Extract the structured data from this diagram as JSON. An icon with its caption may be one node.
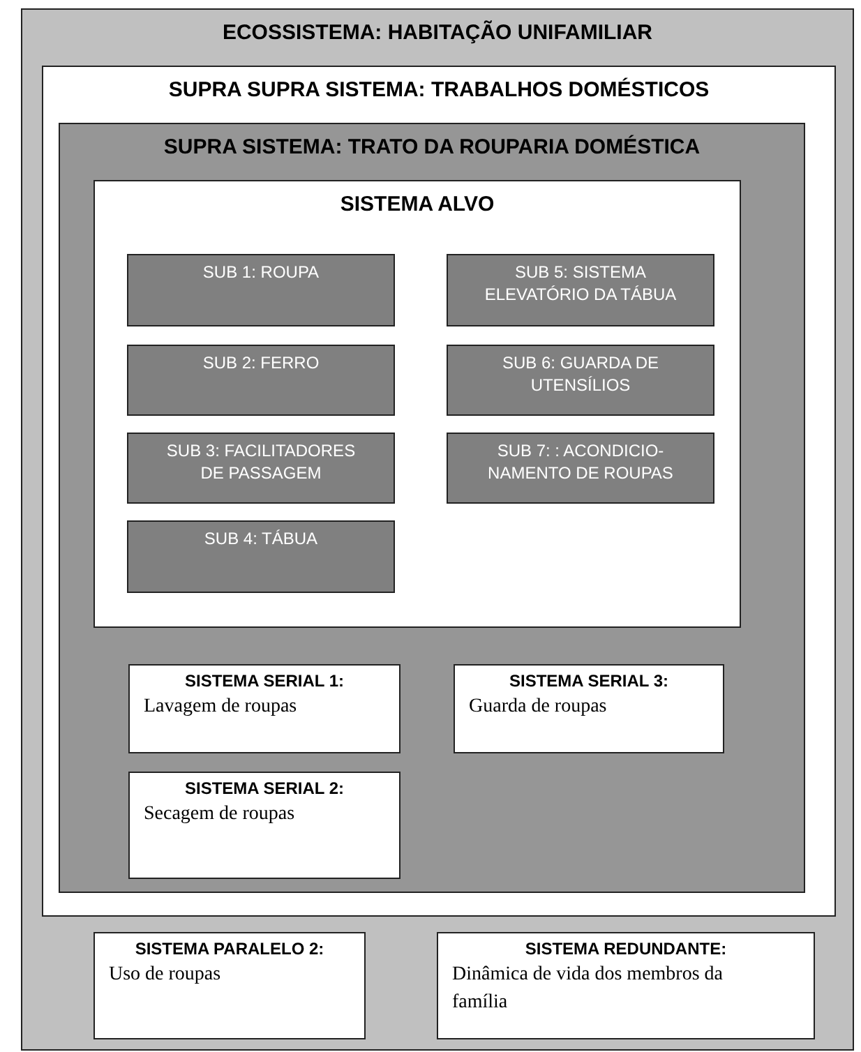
{
  "diagram": {
    "nodes": [
      {
        "text": [
          "ECOSSISTEMA: HABITAÇÃO UNIFAMILIAR"
        ]
      },
      {
        "text": [
          "SUPRA SUPRA SISTEMA: TRABALHOS DOMÉSTICOS"
        ],
        "in": 0
      },
      {
        "text": [
          "SUPRA SISTEMA: TRATO DA ROUPARIA DOMÉSTICA"
        ],
        "in": 1
      },
      {
        "text": [
          "SISTEMA ALVO"
        ],
        "in": 2
      },
      {
        "text": [
          "SUB 1: ROUPA"
        ],
        "in": 3
      },
      {
        "text": [
          "SUB 5: SISTEMA ELEVATÓRIO DA TÁBUA"
        ],
        "in": 3
      },
      {
        "text": [
          "SUB 2: FERRO"
        ],
        "in": 3
      },
      {
        "text": [
          "SUB 6: GUARDA DE UTENSÍLIOS"
        ],
        "in": 3
      },
      {
        "text": [
          "SUB 3: FACILITADORES DE PASSAGEM"
        ],
        "in": 3
      },
      {
        "text": [
          "SUB 7: : ACONDICIO-NAMENTO DE ROUPAS"
        ],
        "in": 3
      },
      {
        "text": [
          "SUB 4: TÁBUA"
        ],
        "in": 3
      },
      {
        "text": [
          "SISTEMA SERIAL 1:",
          "Lavagem de roupas"
        ],
        "in": 2
      },
      {
        "text": [
          "SISTEMA SERIAL 3:",
          "Guarda de roupas"
        ],
        "in": 2
      },
      {
        "text": [
          "SISTEMA SERIAL 2:",
          "Secagem de roupas"
        ],
        "in": 2
      },
      {
        "text": [
          "SISTEMA PARALELO 2:",
          "Uso de roupas"
        ],
        "in": 0
      },
      {
        "text": [
          "SISTEMA REDUNDANTE:",
          "Dinâmica de vida dos membros da família"
        ],
        "in": 0
      }
    ]
  }
}
